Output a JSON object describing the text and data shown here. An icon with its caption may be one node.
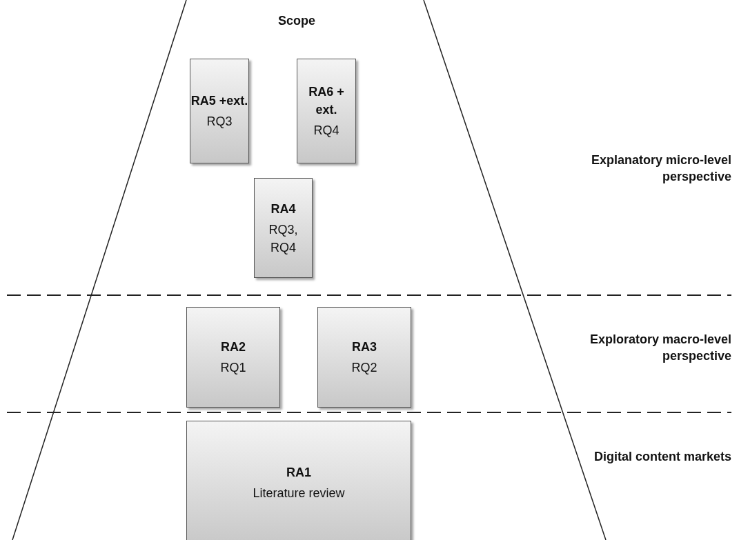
{
  "diagram": {
    "nodes": [
      {
        "text": [
          "RA5 +ext.",
          "RQ3"
        ]
      },
      {
        "text": [
          "RA6 + ext.",
          "RQ4"
        ]
      },
      {
        "text": [
          "RA4",
          "RQ3, RQ4"
        ]
      },
      {
        "text": [
          "RA2",
          "RQ1"
        ]
      },
      {
        "text": [
          "RA3",
          "RQ2"
        ]
      },
      {
        "text": [
          "RA1",
          "Literature review"
        ]
      }
    ],
    "labels": [
      "Scope",
      "Explanatory micro-level perspective",
      "Exploratory macro-level perspective",
      "Digital content markets"
    ]
  }
}
